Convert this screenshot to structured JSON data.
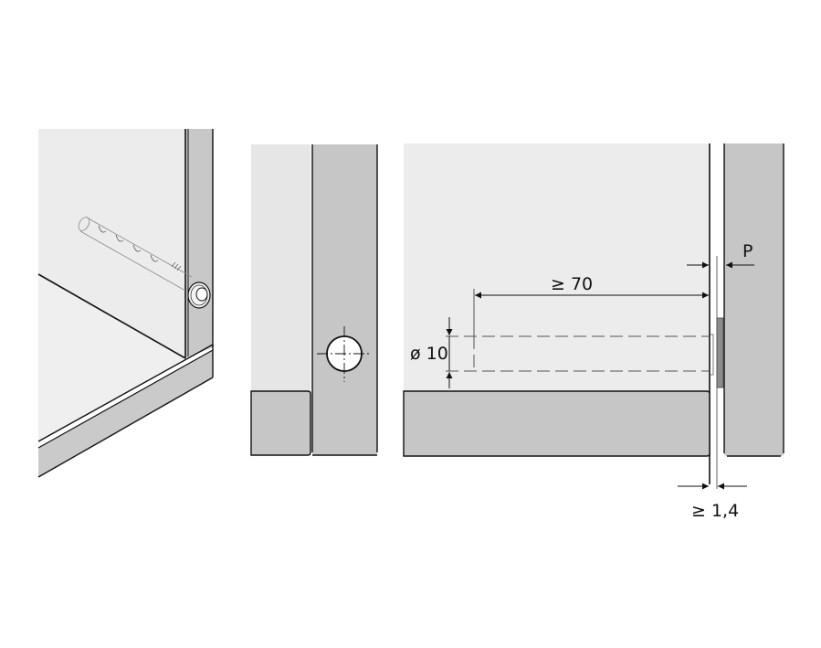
{
  "diagram": {
    "type": "technical-installation-drawing",
    "views": [
      {
        "id": "isometric-view",
        "description": "Isometric cabinet corner with buffer inserted in side panel"
      },
      {
        "id": "front-view",
        "description": "Front view of side panel edge with drill hole crosshair"
      },
      {
        "id": "section-view",
        "description": "Section showing drill depth, diameter and gap dimensions"
      }
    ],
    "dimensions": {
      "depth_label": "≥ 70",
      "diameter_label": "ø 10",
      "gap_label": "≥ 1,4",
      "protrusion_label": "P"
    },
    "colors": {
      "panel_light": "#ececec",
      "panel_mid": "#c6c6c6",
      "insert_dark": "#8c8c8c",
      "line": "#111111",
      "background": "#ffffff"
    }
  }
}
